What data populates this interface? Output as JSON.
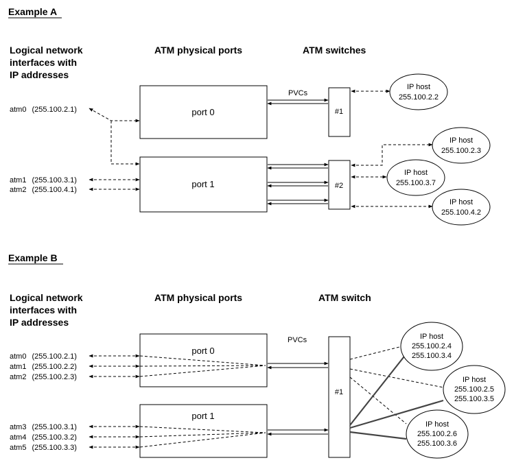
{
  "exampleA": {
    "title": "Example A",
    "headings": {
      "logical_line1": "Logical network",
      "logical_line2": "interfaces with",
      "logical_line3": "IP addresses",
      "ports": "ATM physical ports",
      "switches": "ATM switches"
    },
    "pvcs": "PVCs",
    "interfaces": [
      {
        "name": "atm0",
        "ip": "(255.100.2.1)"
      },
      {
        "name": "atm1",
        "ip": "(255.100.3.1)"
      },
      {
        "name": "atm2",
        "ip": "(255.100.4.1)"
      }
    ],
    "ports": [
      "port 0",
      "port 1"
    ],
    "switch_labels": [
      "#1",
      "#2"
    ],
    "hosts": [
      {
        "label": "IP host",
        "ip": "255.100.2.2"
      },
      {
        "label": "IP host",
        "ip": "255.100.2.3"
      },
      {
        "label": "IP host",
        "ip": "255.100.3.7"
      },
      {
        "label": "IP host",
        "ip": "255.100.4.2"
      }
    ]
  },
  "exampleB": {
    "title": "Example B",
    "headings": {
      "logical_line1": "Logical network",
      "logical_line2": "interfaces with",
      "logical_line3": "IP addresses",
      "ports": "ATM physical ports",
      "switch": "ATM switch"
    },
    "pvcs": "PVCs",
    "interfaces": [
      {
        "name": "atm0",
        "ip": "(255.100.2.1)"
      },
      {
        "name": "atm1",
        "ip": "(255.100.2.2)"
      },
      {
        "name": "atm2",
        "ip": "(255.100.2.3)"
      },
      {
        "name": "atm3",
        "ip": "(255.100.3.1)"
      },
      {
        "name": "atm4",
        "ip": "(255.100.3.2)"
      },
      {
        "name": "atm5",
        "ip": "(255.100.3.3)"
      }
    ],
    "ports": [
      "port 0",
      "port 1"
    ],
    "switch_label": "#1",
    "hosts": [
      {
        "label": "IP host",
        "ip1": "255.100.2.4",
        "ip2": "255.100.3.4"
      },
      {
        "label": "IP host",
        "ip1": "255.100.2.5",
        "ip2": "255.100.3.5"
      },
      {
        "label": "IP host",
        "ip1": "255.100.2.6",
        "ip2": "255.100.3.6"
      }
    ]
  }
}
